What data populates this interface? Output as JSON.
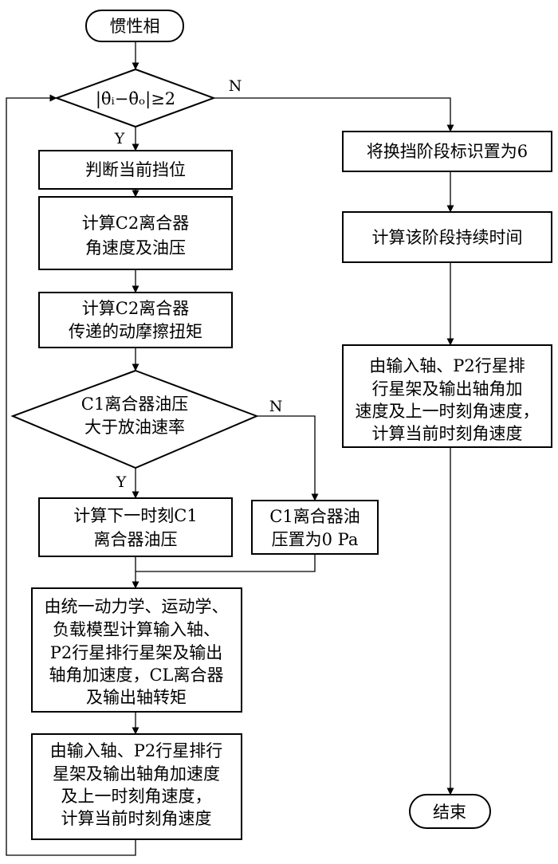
{
  "nodes": [
    {
      "id": "start",
      "shape": "terminal",
      "lines": [
        "惯性相"
      ]
    },
    {
      "id": "cond_speed",
      "shape": "decision",
      "lines": [
        "|θ̇ᵢ−θ̇ₒ|≥2"
      ]
    },
    {
      "id": "judge_gear",
      "shape": "process",
      "lines": [
        "判断当前挡位"
      ]
    },
    {
      "id": "calc_c2_speed",
      "shape": "process",
      "lines": [
        "计算C2离合器",
        "角速度及油压"
      ]
    },
    {
      "id": "calc_c2_torque",
      "shape": "process",
      "lines": [
        "计算C2离合器",
        "传递的动摩擦扭矩"
      ]
    },
    {
      "id": "cond_c1",
      "shape": "decision",
      "lines": [
        "C1离合器油压",
        "大于放油速率"
      ]
    },
    {
      "id": "calc_c1_next",
      "shape": "process",
      "lines": [
        "计算下一时刻C1",
        "离合器油压"
      ]
    },
    {
      "id": "set_c1_zero",
      "shape": "process",
      "lines": [
        "C1离合器油",
        "压置为0 Pa"
      ]
    },
    {
      "id": "calc_accel",
      "shape": "process",
      "lines": [
        "由统一动力学、运动学、",
        "负载模型计算输入轴、",
        "P2行星排行星架及输出",
        "轴角加速度，CL离合器",
        "及输出轴转矩"
      ]
    },
    {
      "id": "calc_speed_left",
      "shape": "process",
      "lines": [
        "由输入轴、P2行星排行",
        "星架及输出轴角加速度",
        "及上一时刻角速度，",
        "计算当前时刻角速度"
      ]
    },
    {
      "id": "set_stage",
      "shape": "process",
      "lines": [
        "将换挡阶段标识置为6"
      ]
    },
    {
      "id": "calc_duration",
      "shape": "process",
      "lines": [
        "计算该阶段持续时间"
      ]
    },
    {
      "id": "calc_speed_right",
      "shape": "process",
      "lines": [
        "由输入轴、P2行星排",
        "行星架及输出轴角加",
        "速度及上一时刻角速度，",
        "计算当前时刻角速度"
      ]
    },
    {
      "id": "end",
      "shape": "terminal",
      "lines": [
        "结束"
      ]
    }
  ],
  "edges": [
    {
      "from": "start",
      "to": "cond_speed",
      "label": ""
    },
    {
      "from": "cond_speed",
      "to": "judge_gear",
      "label": "Y"
    },
    {
      "from": "cond_speed",
      "to": "set_stage",
      "label": "N"
    },
    {
      "from": "judge_gear",
      "to": "calc_c2_speed",
      "label": ""
    },
    {
      "from": "calc_c2_speed",
      "to": "calc_c2_torque",
      "label": ""
    },
    {
      "from": "calc_c2_torque",
      "to": "cond_c1",
      "label": ""
    },
    {
      "from": "cond_c1",
      "to": "calc_c1_next",
      "label": "Y"
    },
    {
      "from": "cond_c1",
      "to": "set_c1_zero",
      "label": "N"
    },
    {
      "from": "calc_c1_next",
      "to": "calc_accel",
      "label": ""
    },
    {
      "from": "set_c1_zero",
      "to": "calc_accel",
      "label": ""
    },
    {
      "from": "calc_accel",
      "to": "calc_speed_left",
      "label": ""
    },
    {
      "from": "calc_speed_left",
      "to": "cond_speed",
      "label": ""
    },
    {
      "from": "set_stage",
      "to": "calc_duration",
      "label": ""
    },
    {
      "from": "calc_duration",
      "to": "calc_speed_right",
      "label": ""
    },
    {
      "from": "calc_speed_right",
      "to": "end",
      "label": ""
    }
  ]
}
